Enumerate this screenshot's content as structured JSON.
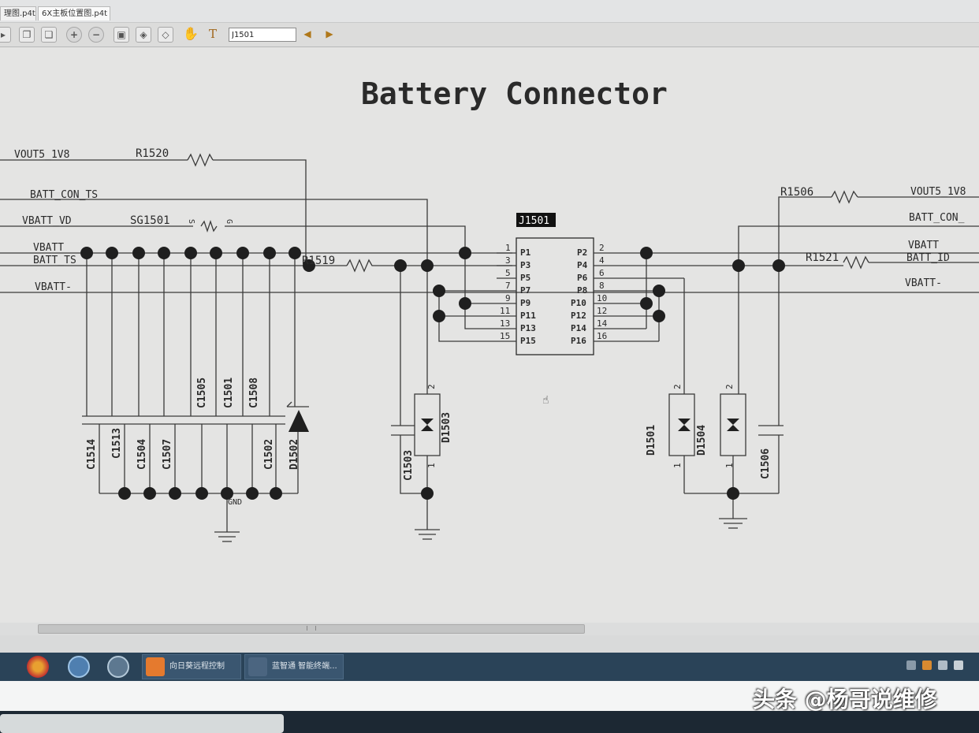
{
  "tabs": [
    {
      "label": "理图.p4t"
    },
    {
      "label": "6X主板位置图.p4t"
    }
  ],
  "toolbar": {
    "search_value": "J1501",
    "buttons": [
      "play-icon",
      "copy-icon",
      "paste-icon",
      "zoom-in-icon",
      "zoom-out-icon",
      "fit-page-icon",
      "fit-width-icon",
      "fit-height-icon",
      "hand-tool-icon",
      "text-tool-icon",
      "find-prev-icon",
      "find-next-icon"
    ]
  },
  "schematic": {
    "title": "Battery Connector",
    "connector_ref": "J1501",
    "left_nets": [
      "VOUT5_1V8",
      "BATT_CON_TS",
      "VBATT_VD",
      "VBATT",
      "BATT_TS",
      "VBATT-"
    ],
    "right_nets": [
      "VOUT5_1V8",
      "BATT_CON_",
      "VBATT",
      "BATT_ID",
      "VBATT-"
    ],
    "resistors": [
      "R1520",
      "R1519",
      "R1506",
      "R1521"
    ],
    "spark_gap": "SG1501",
    "sg_pins": {
      "s": "S",
      "g": "G"
    },
    "left_pins": [
      {
        "num": "1",
        "name": "P1"
      },
      {
        "num": "3",
        "name": "P3"
      },
      {
        "num": "5",
        "name": "P5"
      },
      {
        "num": "7",
        "name": "P7"
      },
      {
        "num": "9",
        "name": "P9"
      },
      {
        "num": "11",
        "name": "P11"
      },
      {
        "num": "13",
        "name": "P13"
      },
      {
        "num": "15",
        "name": "P15"
      }
    ],
    "right_pins": [
      {
        "num": "2",
        "name": "P2"
      },
      {
        "num": "4",
        "name": "P4"
      },
      {
        "num": "6",
        "name": "P6"
      },
      {
        "num": "8",
        "name": "P8"
      },
      {
        "num": "10",
        "name": "P10"
      },
      {
        "num": "12",
        "name": "P12"
      },
      {
        "num": "14",
        "name": "P14"
      },
      {
        "num": "16",
        "name": "P16"
      }
    ],
    "left_caps_bottom": [
      "C1514",
      "C1513",
      "C1504",
      "C1507"
    ],
    "left_caps_top": [
      "C1505",
      "C1501",
      "C1508"
    ],
    "cap_c1502": "C1502",
    "diode_d1502": "D1502",
    "gnd_label": "GND",
    "c1503": "C1503",
    "d1503": "D1503",
    "d1501": "D1501",
    "d1504": "D1504",
    "c1506": "C1506",
    "diode_pin_top": "2",
    "diode_pin_bottom": "1"
  },
  "taskbar": {
    "app1_label": "向日葵远程控制",
    "app2_label": "蓝智通 智能终端..."
  },
  "watermark": "头条 @杨哥说维修",
  "colors": {
    "wire": "#3a3a3a",
    "dot": "#1f1f1f",
    "canvas": "#e4e4e3",
    "taskbar": "#2a4358"
  }
}
